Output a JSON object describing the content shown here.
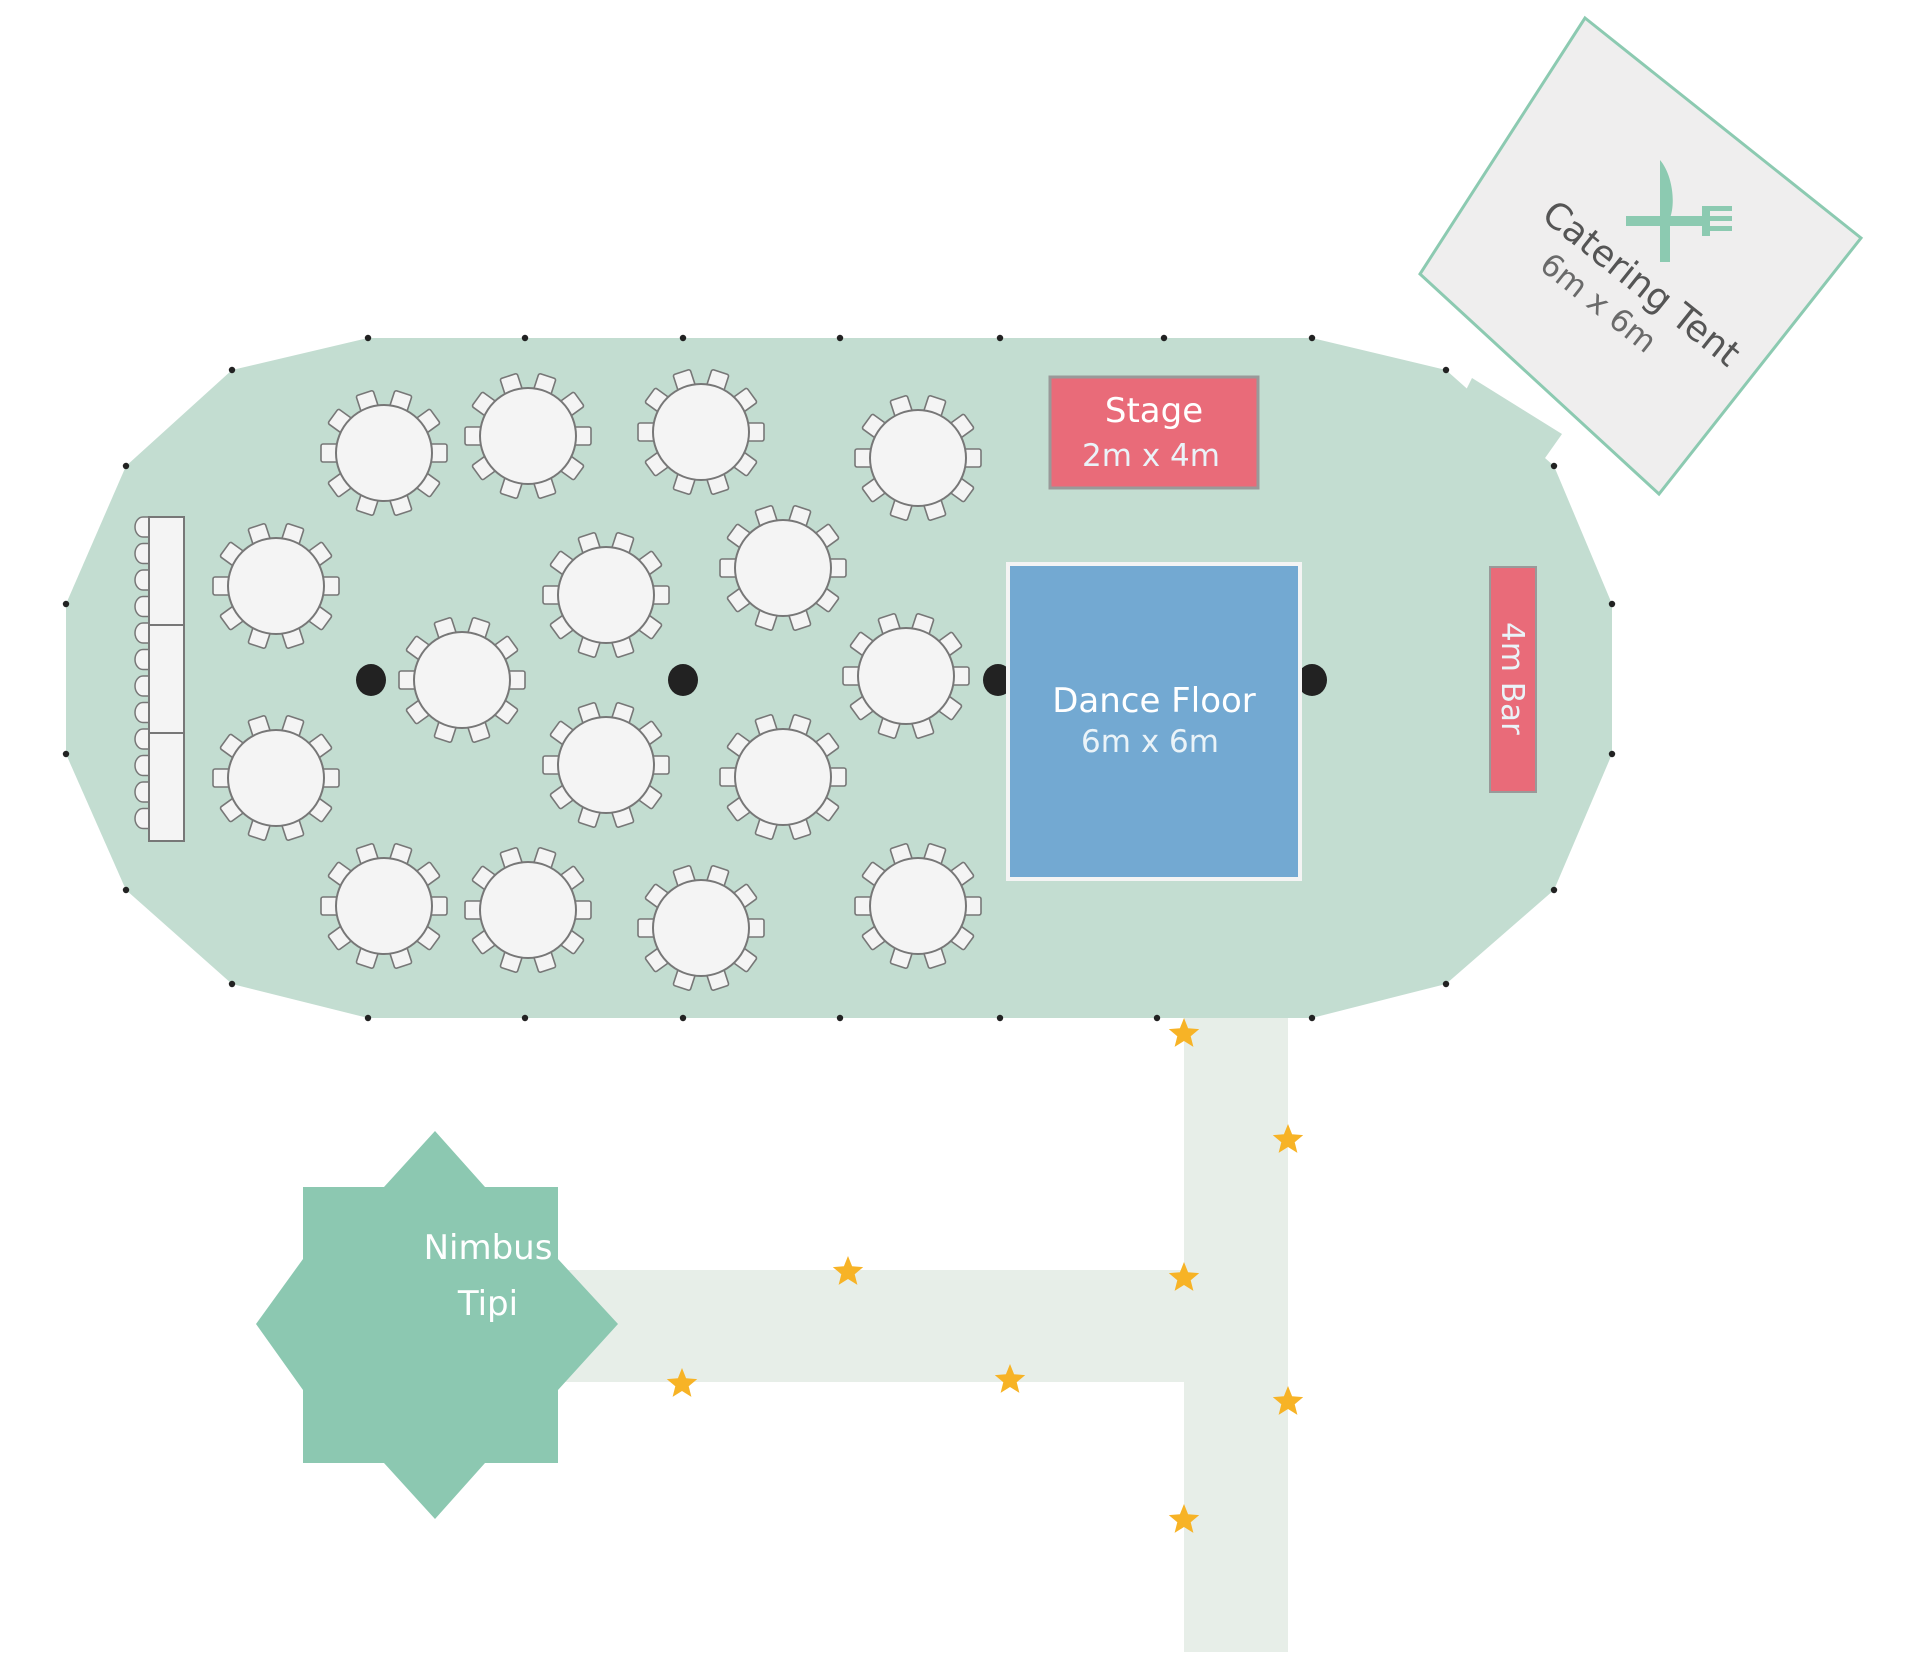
{
  "colors": {
    "marquee_fill": "#c3ddd1",
    "marquee_post": "#222222",
    "pole": "#222222",
    "table_fill": "#f4f4f4",
    "table_stroke": "#777777",
    "stage_fill": "#e96b79",
    "dance_floor_fill": "#73a9d2",
    "bar_fill": "#e96b79",
    "catering_fill": "#efeeee",
    "catering_stroke": "#8ccab1",
    "catering_icon": "#8ccab1",
    "tipi_fill": "#8cc8b1",
    "walkway_fill": "#e7eee8",
    "star": "#f7b326"
  },
  "stage": {
    "title": "Stage",
    "size": "2m x 4m"
  },
  "dance_floor": {
    "title": "Dance Floor",
    "size": "6m x 6m"
  },
  "bar": {
    "label": "4m Bar"
  },
  "catering_tent": {
    "title": "Catering Tent",
    "size": "6m x 6m",
    "icon": "cutlery-icon"
  },
  "tipi": {
    "line1": "Nimbus",
    "line2": "Tipi"
  }
}
